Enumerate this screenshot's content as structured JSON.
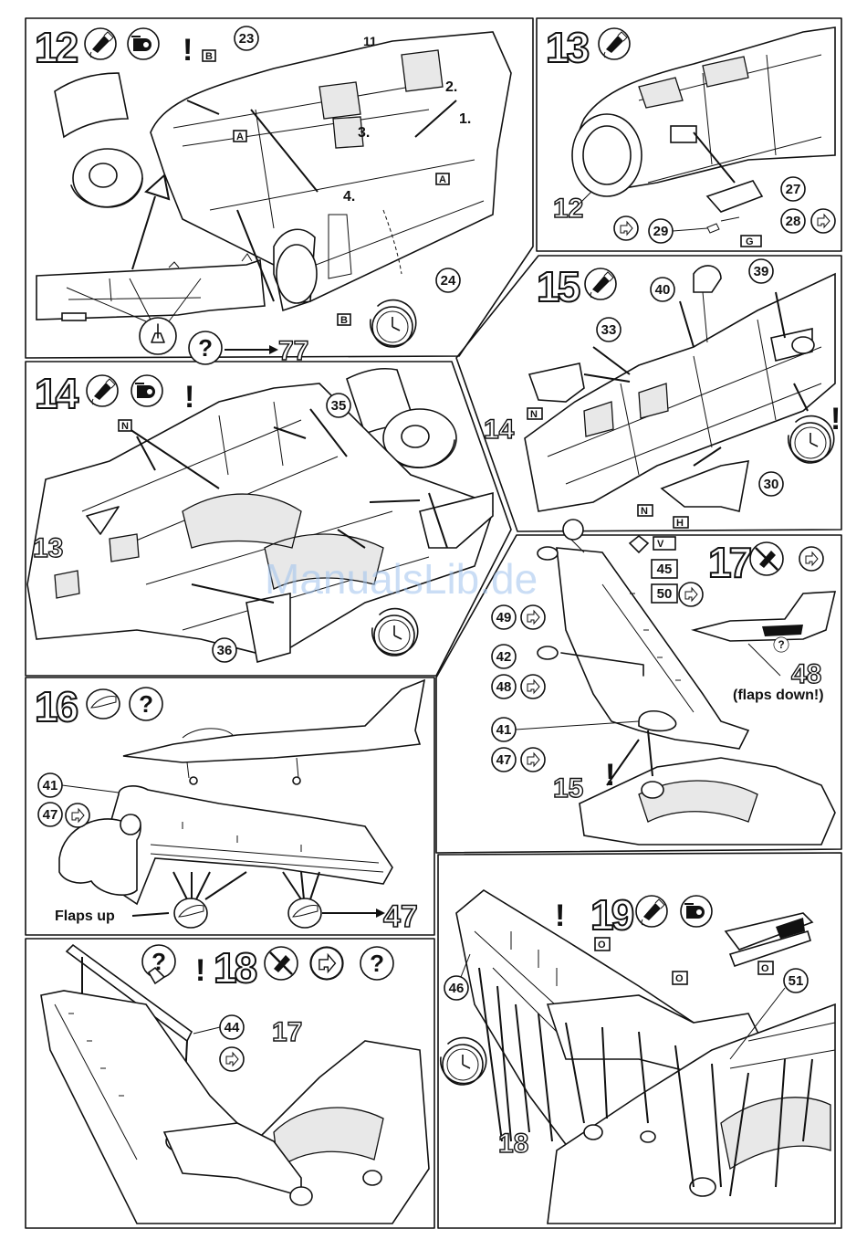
{
  "watermark": "ManualsLib.de",
  "steps": {
    "s12": {
      "number": "12",
      "marker": "!",
      "parts": [
        "23",
        "11",
        "24"
      ],
      "ref": "77",
      "letters": [
        "B",
        "A",
        "A",
        "B"
      ],
      "substeps": [
        "2.",
        "1.",
        "3.",
        "4."
      ],
      "icons": [
        "glue-tube-icon",
        "tape-icon",
        "clock-icon",
        "question-icon"
      ]
    },
    "s13": {
      "number": "13",
      "parts": [
        "27",
        "28",
        "29"
      ],
      "ref": "12",
      "letters": [
        "G"
      ],
      "icons": [
        "glue-tube-icon",
        "arrow-badge-icon"
      ]
    },
    "s14": {
      "number": "14",
      "marker": "!",
      "parts": [
        "35",
        "36"
      ],
      "ref": "13",
      "letters": [
        "N"
      ],
      "icons": [
        "glue-tube-icon",
        "tape-icon",
        "clock-icon"
      ]
    },
    "s15": {
      "number": "15",
      "marker": "!",
      "parts": [
        "40",
        "39",
        "33",
        "30"
      ],
      "ref": "14",
      "letters": [
        "N",
        "N",
        "H"
      ],
      "icons": [
        "glue-tube-icon",
        "clock-icon"
      ]
    },
    "s16": {
      "number": "16",
      "parts": [
        "41",
        "47"
      ],
      "ref": "47",
      "caption": "Flaps up",
      "icons": [
        "knife-icon",
        "question-icon"
      ]
    },
    "s17": {
      "number": "17",
      "marker": "!",
      "parts": [
        "45",
        "50",
        "49",
        "42",
        "48",
        "41",
        "47"
      ],
      "ref_part": "48",
      "ref": "15",
      "letters": [
        "V"
      ],
      "caption": "(flaps down!)",
      "icons": [
        "no-glue-icon",
        "arrow-badge-icon",
        "question-icon"
      ]
    },
    "s18": {
      "number": "18",
      "marker": "!",
      "parts": [
        "44"
      ],
      "ref": "17",
      "icons": [
        "question-icon",
        "no-glue-icon",
        "arrow-badge-icon",
        "question-icon"
      ]
    },
    "s19": {
      "number": "19",
      "marker": "!",
      "parts": [
        "46",
        "51"
      ],
      "ref": "18",
      "letters": [
        "O",
        "O",
        "O"
      ],
      "icons": [
        "glue-tube-icon",
        "tape-icon",
        "clock-icon"
      ]
    }
  }
}
